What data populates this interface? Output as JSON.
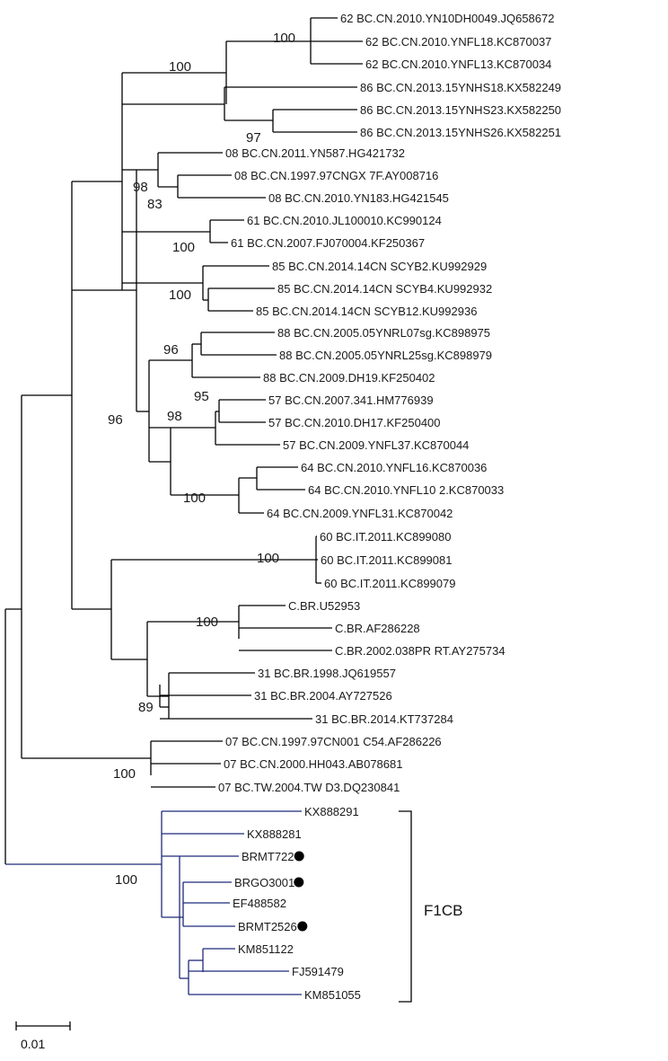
{
  "colors": {
    "branch": "#000000",
    "clade_branch": "#1f2a7a",
    "marker": "#000000"
  },
  "leaves": [
    {
      "id": "L1",
      "label": "62 BC.CN.2010.YN10DH0049.JQ658672"
    },
    {
      "id": "L2",
      "label": "62 BC.CN.2010.YNFL18.KC870037"
    },
    {
      "id": "L3",
      "label": "62 BC.CN.2010.YNFL13.KC870034"
    },
    {
      "id": "L4",
      "label": "86 BC.CN.2013.15YNHS18.KX582249"
    },
    {
      "id": "L5",
      "label": "86 BC.CN.2013.15YNHS23.KX582250"
    },
    {
      "id": "L6",
      "label": "86 BC.CN.2013.15YNHS26.KX582251"
    },
    {
      "id": "L7",
      "label": "08 BC.CN.2011.YN587.HG421732"
    },
    {
      "id": "L8",
      "label": "08 BC.CN.1997.97CNGX 7F.AY008716"
    },
    {
      "id": "L9",
      "label": "08 BC.CN.2010.YN183.HG421545"
    },
    {
      "id": "L10",
      "label": "61 BC.CN.2010.JL100010.KC990124"
    },
    {
      "id": "L11",
      "label": "61 BC.CN.2007.FJ070004.KF250367"
    },
    {
      "id": "L12",
      "label": "85 BC.CN.2014.14CN SCYB2.KU992929"
    },
    {
      "id": "L13",
      "label": "85 BC.CN.2014.14CN SCYB4.KU992932"
    },
    {
      "id": "L14",
      "label": "85 BC.CN.2014.14CN SCYB12.KU992936"
    },
    {
      "id": "L15",
      "label": "88 BC.CN.2005.05YNRL07sg.KC898975"
    },
    {
      "id": "L16",
      "label": "88 BC.CN.2005.05YNRL25sg.KC898979"
    },
    {
      "id": "L17",
      "label": "88 BC.CN.2009.DH19.KF250402"
    },
    {
      "id": "L18",
      "label": "57 BC.CN.2007.341.HM776939"
    },
    {
      "id": "L19",
      "label": "57 BC.CN.2010.DH17.KF250400"
    },
    {
      "id": "L20",
      "label": "57 BC.CN.2009.YNFL37.KC870044"
    },
    {
      "id": "L21",
      "label": "64 BC.CN.2010.YNFL16.KC870036"
    },
    {
      "id": "L22",
      "label": "64 BC.CN.2010.YNFL10 2.KC870033"
    },
    {
      "id": "L23",
      "label": "64 BC.CN.2009.YNFL31.KC870042"
    },
    {
      "id": "L24",
      "label": "60 BC.IT.2011.KC899080"
    },
    {
      "id": "L25",
      "label": "60 BC.IT.2011.KC899081"
    },
    {
      "id": "L26",
      "label": "60 BC.IT.2011.KC899079"
    },
    {
      "id": "L27",
      "label": "C.BR.U52953"
    },
    {
      "id": "L28",
      "label": "C.BR.AF286228"
    },
    {
      "id": "L29",
      "label": "C.BR.2002.038PR RT.AY275734"
    },
    {
      "id": "L30",
      "label": "31 BC.BR.1998.JQ619557"
    },
    {
      "id": "L31",
      "label": "31 BC.BR.2004.AY727526"
    },
    {
      "id": "L32",
      "label": "31 BC.BR.2014.KT737284"
    },
    {
      "id": "L33",
      "label": "07 BC.CN.1997.97CN001 C54.AF286226"
    },
    {
      "id": "L34",
      "label": "07 BC.CN.2000.HH043.AB078681"
    },
    {
      "id": "L35",
      "label": "07 BC.TW.2004.TW D3.DQ230841"
    },
    {
      "id": "L36",
      "label": "KX888291"
    },
    {
      "id": "L37",
      "label": "KX888281"
    },
    {
      "id": "L38",
      "label": "BRMT722",
      "marked": true
    },
    {
      "id": "L39",
      "label": "BRGO3001",
      "marked": true
    },
    {
      "id": "L40",
      "label": "EF488582"
    },
    {
      "id": "L41",
      "label": "BRMT2526",
      "marked": true
    },
    {
      "id": "L42",
      "label": "KM851122"
    },
    {
      "id": "L43",
      "label": "FJ591479"
    },
    {
      "id": "L44",
      "label": "KM851055"
    }
  ],
  "bootstrap": [
    {
      "id": "B1",
      "value": "100"
    },
    {
      "id": "B2",
      "value": "100"
    },
    {
      "id": "B3",
      "value": "97"
    },
    {
      "id": "B4",
      "value": "98"
    },
    {
      "id": "B5",
      "value": "83"
    },
    {
      "id": "B6",
      "value": "100"
    },
    {
      "id": "B7",
      "value": "100"
    },
    {
      "id": "B8",
      "value": "96"
    },
    {
      "id": "B9",
      "value": "95"
    },
    {
      "id": "B10",
      "value": "98"
    },
    {
      "id": "B11",
      "value": "96"
    },
    {
      "id": "B12",
      "value": "100"
    },
    {
      "id": "B13",
      "value": "100"
    },
    {
      "id": "B14",
      "value": "100"
    },
    {
      "id": "B15",
      "value": "89"
    },
    {
      "id": "B16",
      "value": "100"
    },
    {
      "id": "B17",
      "value": "100"
    }
  ],
  "clade_label": "F1CB",
  "scale_bar": {
    "label": "0.01"
  }
}
